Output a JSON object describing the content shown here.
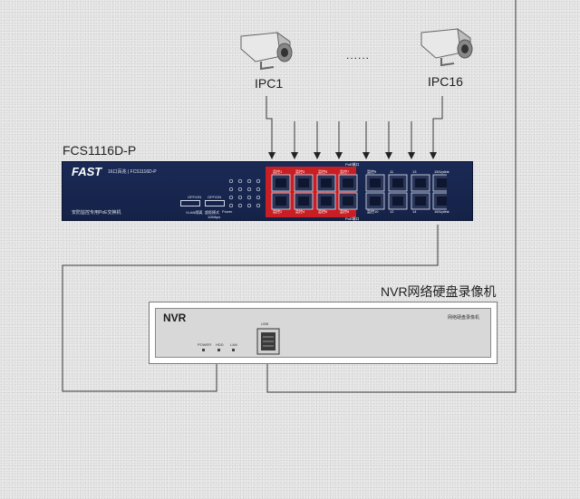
{
  "cameras": [
    {
      "label": "IPC1",
      "icon": "security-camera-icon"
    },
    {
      "label": "IPC16",
      "icon": "security-camera-icon"
    }
  ],
  "ellipsis": "......",
  "switch": {
    "model_label": "FCS1116D-P",
    "brand": "FAST",
    "desc": "16口百兆 | FCS1116D-P",
    "subtitle": "安防监控专用PoE交换机",
    "top_strip": "PoE端口",
    "bottom_strip": "PoE端口",
    "port_labels_top": [
      "监控1",
      "监控3",
      "监控5",
      "监控7",
      "监控9",
      "11",
      "13",
      "15/Uplink"
    ],
    "port_labels_bottom": [
      "监控2",
      "监控4",
      "监控6",
      "监控8",
      "监控10",
      "12",
      "14",
      "16/Uplink"
    ],
    "switch1_label": "OFF/ON",
    "switch1_caption": "VLAN隔离",
    "switch2_label": "OFF/ON",
    "switch2_caption": "超距模式",
    "switch2_caption2": "10Mbps",
    "power_label": "Power",
    "colors": {
      "body": "#1a2a55",
      "poe_red": "#c81e24"
    }
  },
  "nvr": {
    "title_label": "NVR网络硬盘录像机",
    "panel_logo": "NVR",
    "panel_right_text": "网络硬盘录像机",
    "leds": [
      "POWER",
      "HDD",
      "LAN"
    ],
    "usb_label": "USB"
  }
}
